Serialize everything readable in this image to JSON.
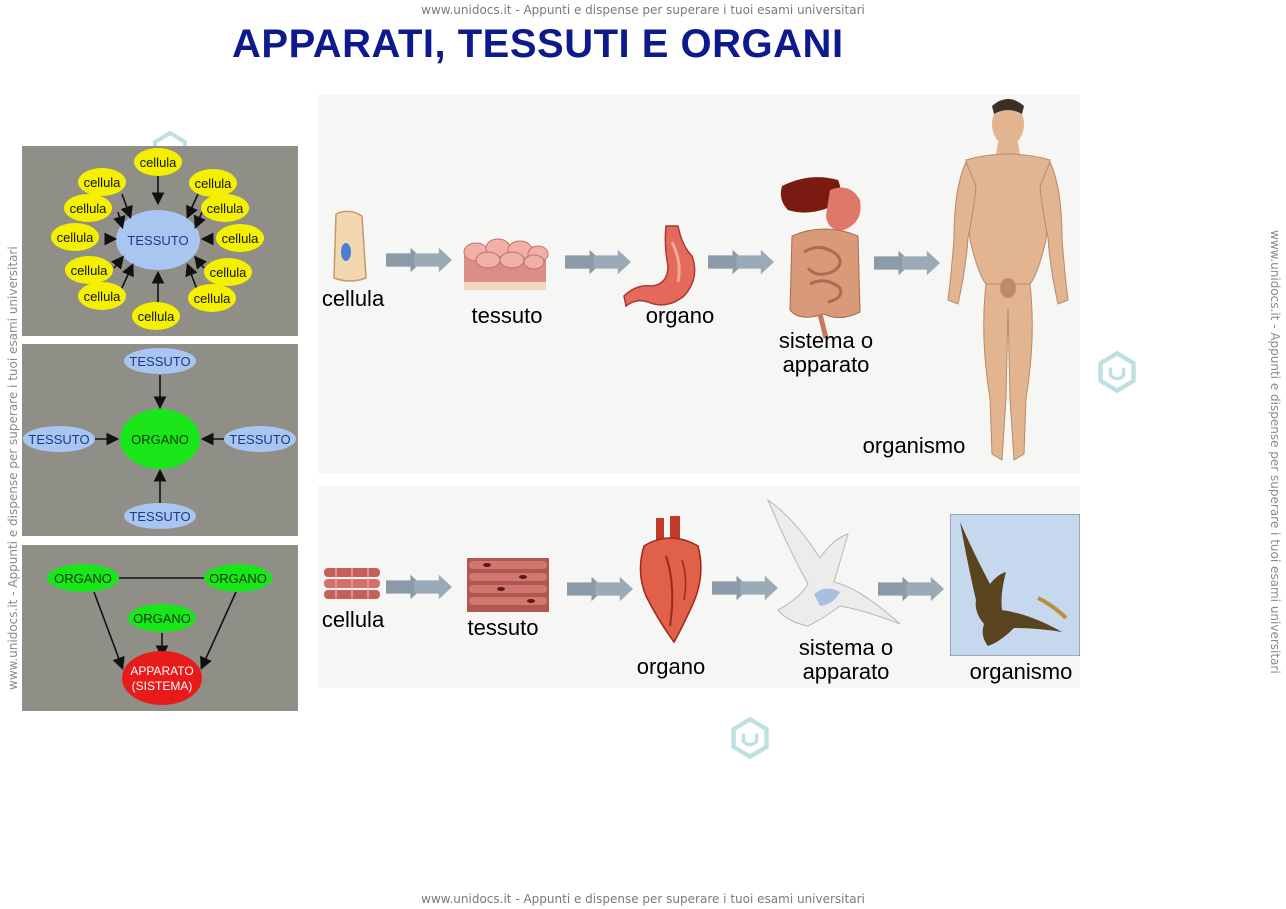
{
  "watermark": {
    "top": "www.unidocs.it - Appunti e dispense per superare i tuoi esami universitari",
    "bottom": "www.unidocs.it - Appunti e dispense per superare i tuoi esami universitari",
    "side": "www.unidocs.it - Appunti e dispense per superare i tuoi esami universitari"
  },
  "title": "APPARATI, TESSUTI E ORGANI",
  "panel1": {
    "center": "TESSUTO",
    "nodes": [
      "cellula",
      "cellula",
      "cellula",
      "cellula",
      "cellula",
      "cellula",
      "cellula",
      "cellula",
      "cellula",
      "cellula",
      "cellula",
      "cellula"
    ]
  },
  "panel2": {
    "center": "ORGANO",
    "top": "TESSUTO",
    "left": "TESSUTO",
    "right": "TESSUTO",
    "bottom": "TESSUTO"
  },
  "panel3": {
    "left": "ORGANO",
    "right": "ORGANO",
    "middle": "ORGANO",
    "result_line1": "APPARATO",
    "result_line2": "(SISTEMA)"
  },
  "row_human": {
    "cell": "cellula",
    "tissue": "tessuto",
    "organ": "organo",
    "system_line1": "sistema o",
    "system_line2": "apparato",
    "organism": "organismo"
  },
  "row_bird": {
    "cell": "cellula",
    "tissue": "tessuto",
    "organ": "organo",
    "system_line1": "sistema o",
    "system_line2": "apparato",
    "organism": "organismo"
  },
  "colors": {
    "title": "#0d1a8c",
    "panel_bg": "#8f8f88",
    "cell_yellow": "#f5f000",
    "tessuto_blue": "#a9c6f0",
    "organo_green": "#19e619",
    "apparato_red": "#e81a1a",
    "arrow_gray": "#8a9aa8"
  }
}
